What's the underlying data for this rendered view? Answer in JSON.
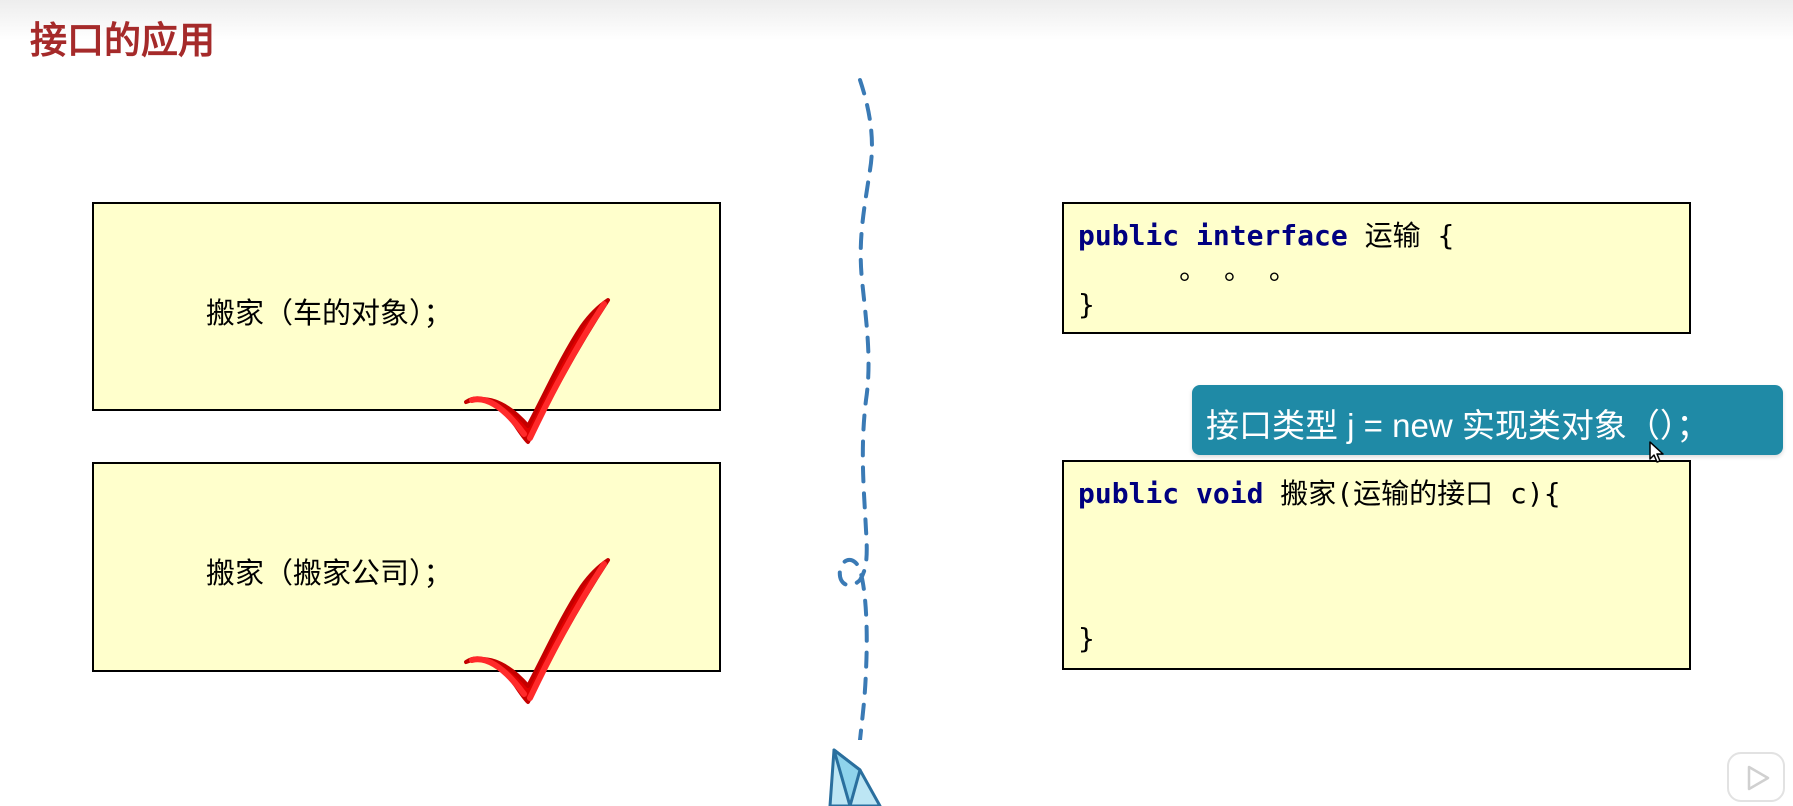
{
  "title": "接口的应用",
  "left": {
    "box1_text": "搬家（车的对象）；",
    "box2_text": "搬家（搬家公司）；"
  },
  "right": {
    "interface_line1_kw1": "public",
    "interface_line1_kw2": "interface",
    "interface_line1_rest": " 运输 {",
    "interface_line2": "      。 。 。",
    "interface_line3": "}",
    "method_line1_kw1": "public",
    "method_line1_kw2": "void",
    "method_line1_rest": " 搬家(运输的接口 c){",
    "method_line_last": "}"
  },
  "callout": "接口类型 j = new 实现类对象（）；",
  "icons": {
    "check": "checkmark-icon",
    "play": "play-icon",
    "cursor": "cursor-icon",
    "plane": "paper-plane-icon"
  },
  "colors": {
    "title": "#a52a2a",
    "box_fill": "#ffffcc",
    "callout": "#1f8aa6",
    "keyword": "#000080",
    "check": "#e00000",
    "dash": "#3a7ab5"
  }
}
